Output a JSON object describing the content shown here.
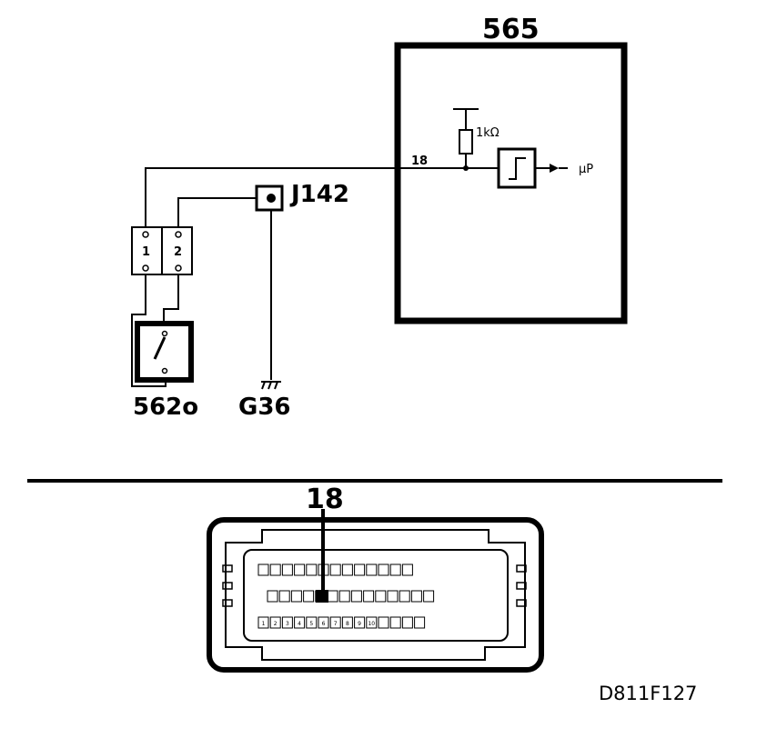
{
  "ecu": {
    "label": "565",
    "pin_label": "18",
    "resistor": "1kΩ",
    "output": "µP"
  },
  "junction": {
    "label": "J142"
  },
  "connector": {
    "pins": [
      "1",
      "2"
    ]
  },
  "switch": {
    "label": "562o"
  },
  "ground": {
    "label": "G36"
  },
  "pinout": {
    "callout": "18",
    "row1": [
      "",
      "",
      "",
      "",
      "",
      "",
      "",
      "",
      "",
      "",
      "",
      "",
      ""
    ],
    "row2": [
      "",
      "",
      "",
      "",
      "",
      "",
      "",
      "",
      "",
      "",
      "",
      "",
      "",
      ""
    ],
    "row3": [
      "1",
      "2",
      "3",
      "4",
      "5",
      "6",
      "7",
      "8",
      "9",
      "10",
      "",
      "",
      "",
      ""
    ]
  },
  "figure_ref": "D811F127"
}
